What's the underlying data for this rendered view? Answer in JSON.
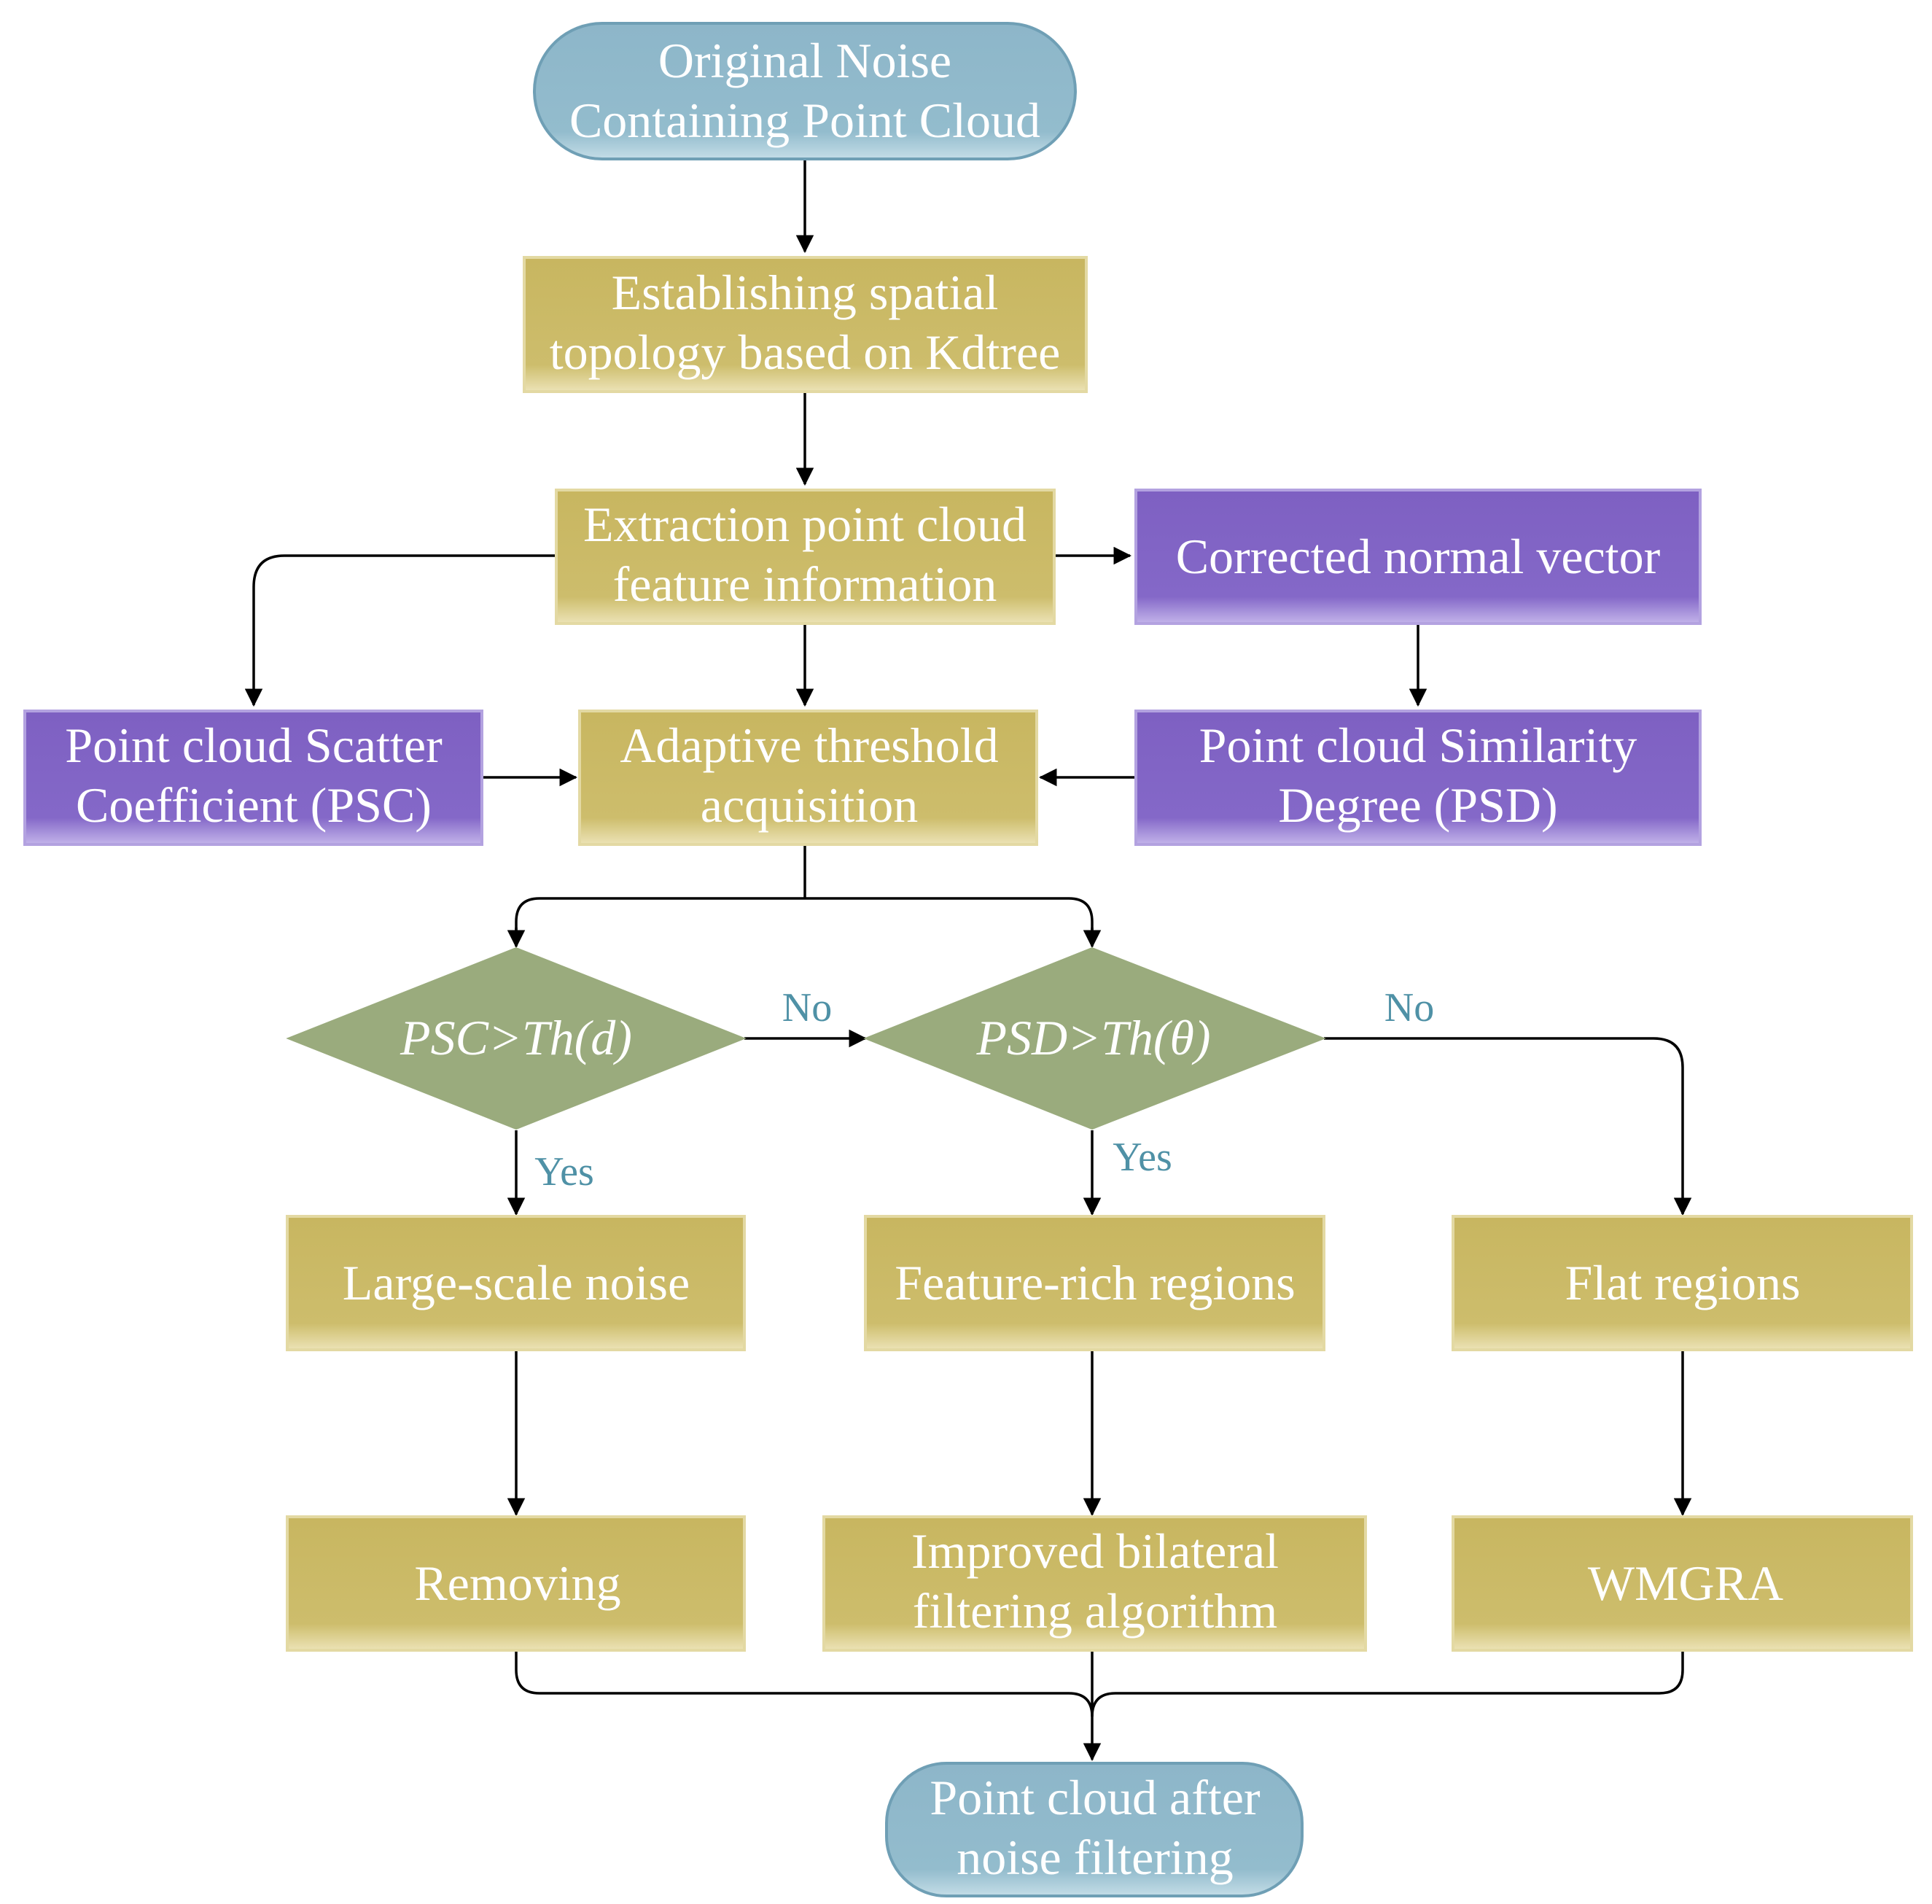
{
  "nodes": {
    "start": {
      "lines": [
        "Original Noise",
        "Containing Point Cloud"
      ]
    },
    "kdtree": {
      "lines": [
        "Establishing spatial",
        "topology based on Kdtree"
      ]
    },
    "extraction": {
      "lines": [
        "Extraction point cloud",
        "feature information"
      ]
    },
    "normal": {
      "lines": [
        "Corrected normal vector"
      ]
    },
    "psc": {
      "lines": [
        "Point cloud Scatter",
        "Coefficient (PSC)"
      ]
    },
    "threshold": {
      "lines": [
        "Adaptive threshold",
        "acquisition"
      ]
    },
    "psd": {
      "lines": [
        "Point cloud Similarity",
        "Degree (PSD)"
      ]
    },
    "decision_psc": {
      "lines": [
        "PSC>Th(d)"
      ]
    },
    "decision_psd": {
      "lines": [
        "PSD>Th(θ)"
      ]
    },
    "large_noise": {
      "lines": [
        "Large-scale noise"
      ]
    },
    "feature_rich": {
      "lines": [
        "Feature-rich regions"
      ]
    },
    "flat": {
      "lines": [
        "Flat regions"
      ]
    },
    "removing": {
      "lines": [
        "Removing"
      ]
    },
    "bilateral": {
      "lines": [
        "Improved bilateral",
        "filtering algorithm"
      ]
    },
    "wmgra": {
      "lines": [
        "WMGRA"
      ]
    },
    "end": {
      "lines": [
        "Point cloud after",
        "noise filtering"
      ]
    }
  },
  "edge_labels": {
    "psc_no": "No",
    "psd_no": "No",
    "psc_yes": "Yes",
    "psd_yes": "Yes"
  },
  "colors": {
    "terminal_fill": "#8fb8ca",
    "terminal_stroke": "#6f9fb5",
    "process_fill": "#c9b864",
    "process_stroke": "#e3d9a3",
    "feature_fill": "#8064c4",
    "feature_stroke": "#b3a2e0",
    "decision_fill": "#9aab7d",
    "label_color": "#4f91a6"
  }
}
